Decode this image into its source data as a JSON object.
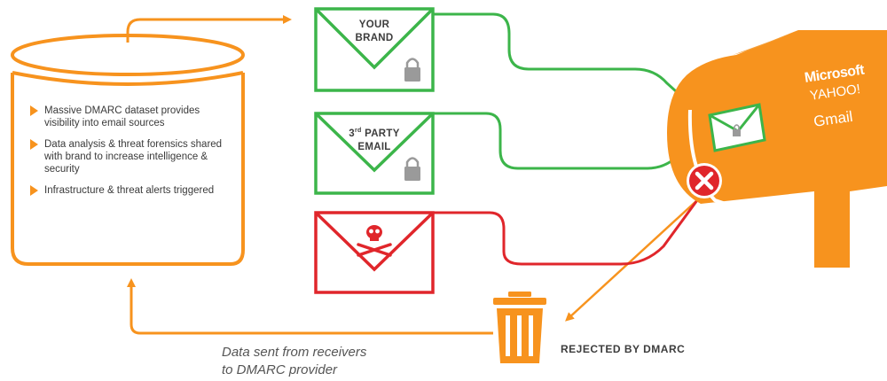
{
  "bullets": [
    "Massive DMARC dataset provides visibility into email sources",
    "Data analysis & threat forensics shared with brand to increase intelligence & security",
    "Infrastructure & threat alerts triggered"
  ],
  "envelopes": {
    "brand": {
      "line1": "YOUR",
      "line2": "BRAND",
      "status": "authenticated"
    },
    "third_party": {
      "prefix": "3",
      "sup": "rd",
      "line1_rest": " PARTY",
      "line2": "EMAIL",
      "status": "authenticated"
    },
    "malicious": {
      "icon": "skull-crossbones-icon",
      "status": "rejected"
    }
  },
  "receivers": {
    "line1": "Microsoft",
    "line2": "YAHOO!",
    "line3": "Gmail"
  },
  "rejected_label": "REJECTED BY DMARC",
  "caption": {
    "line1": "Data sent from receivers",
    "line2": "to DMARC provider"
  },
  "colors": {
    "orange": "#f7931e",
    "green": "#3cb54a",
    "red": "#e0262b",
    "grey": "#9a9a9a",
    "text": "#3d3d3d"
  }
}
